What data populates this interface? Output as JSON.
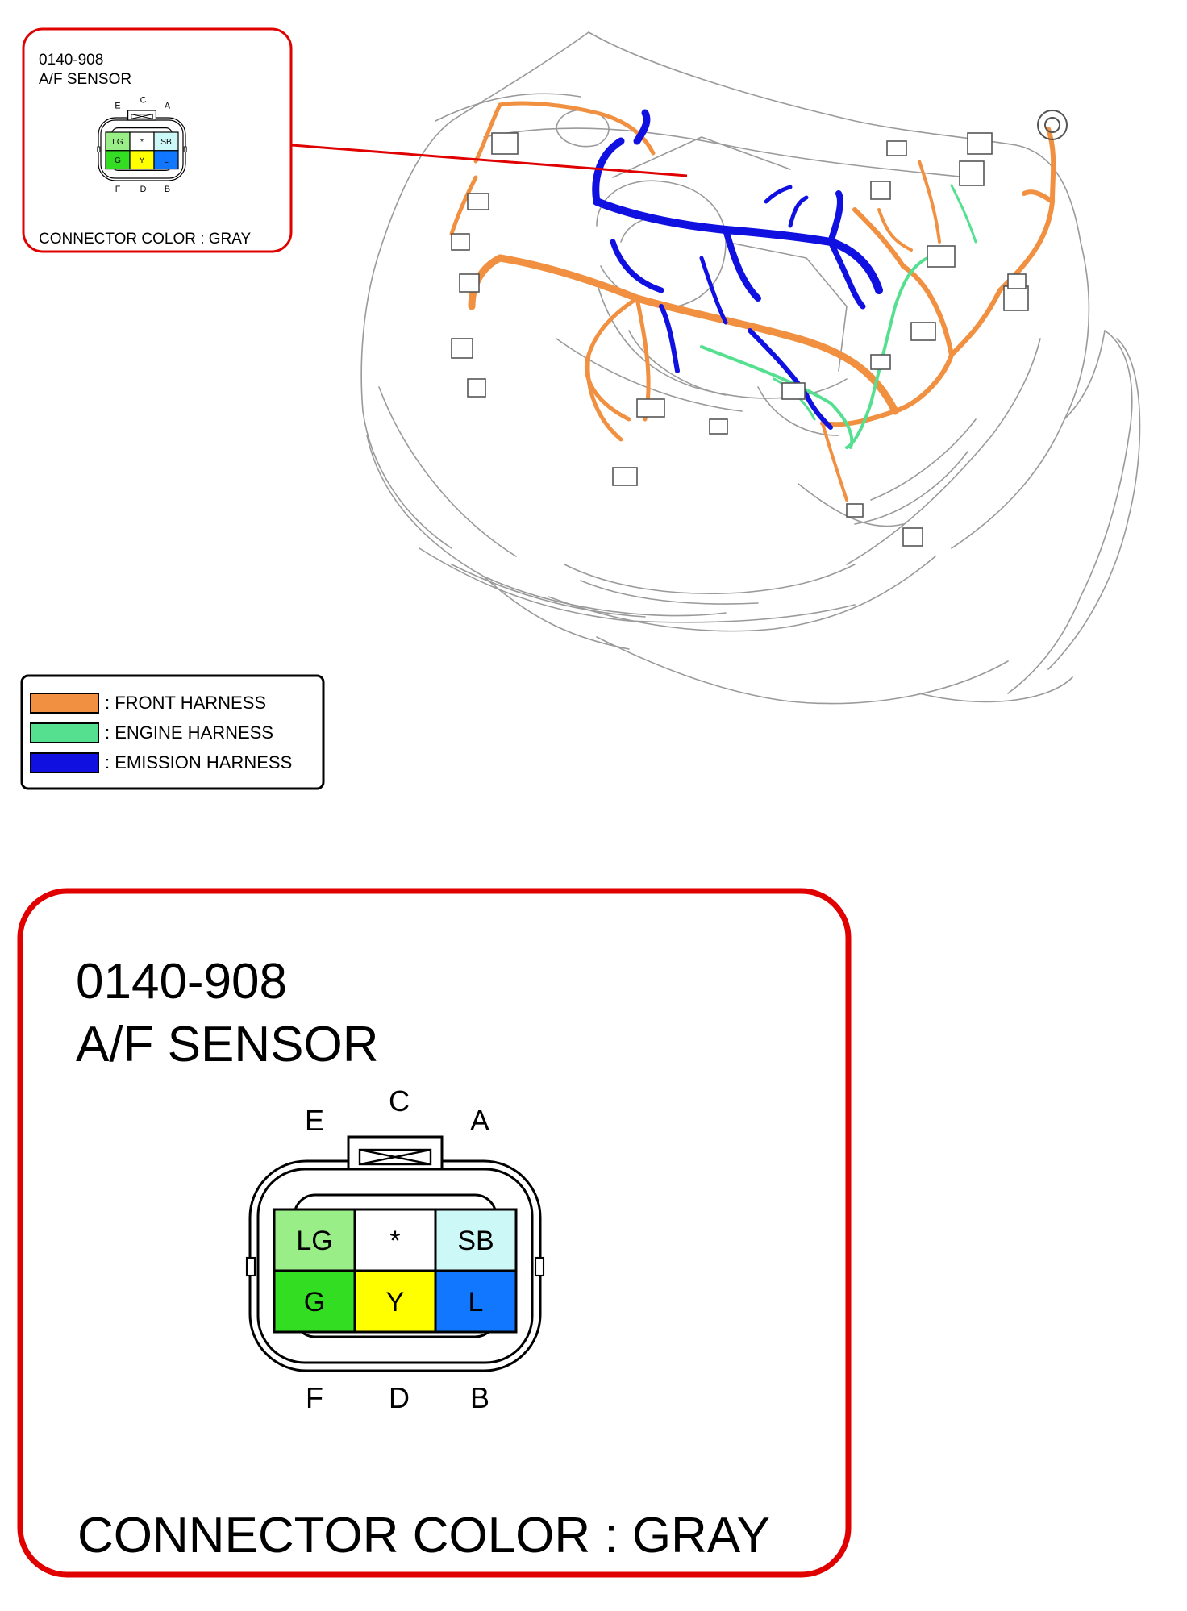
{
  "connector": {
    "code": "0140-908",
    "name": "A/F SENSOR",
    "color_line": "CONNECTOR COLOR : GRAY",
    "pin_letters": {
      "top": [
        "E",
        "C",
        "A"
      ],
      "bottom": [
        "F",
        "D",
        "B"
      ]
    },
    "cells": [
      {
        "code": "LG",
        "fill": "#99ee88"
      },
      {
        "code": "*",
        "fill": "#ffffff"
      },
      {
        "code": "SB",
        "fill": "#ccf8f8"
      },
      {
        "code": "G",
        "fill": "#33dd22"
      },
      {
        "code": "Y",
        "fill": "#ffff00"
      },
      {
        "code": "L",
        "fill": "#1177ff"
      }
    ]
  },
  "legend": [
    {
      "label": ": FRONT HARNESS",
      "color": "#f09040"
    },
    {
      "label": ": ENGINE HARNESS",
      "color": "#55e090"
    },
    {
      "label": ": EMISSION HARNESS",
      "color": "#1010e0"
    }
  ],
  "callout_color": "#e00000"
}
